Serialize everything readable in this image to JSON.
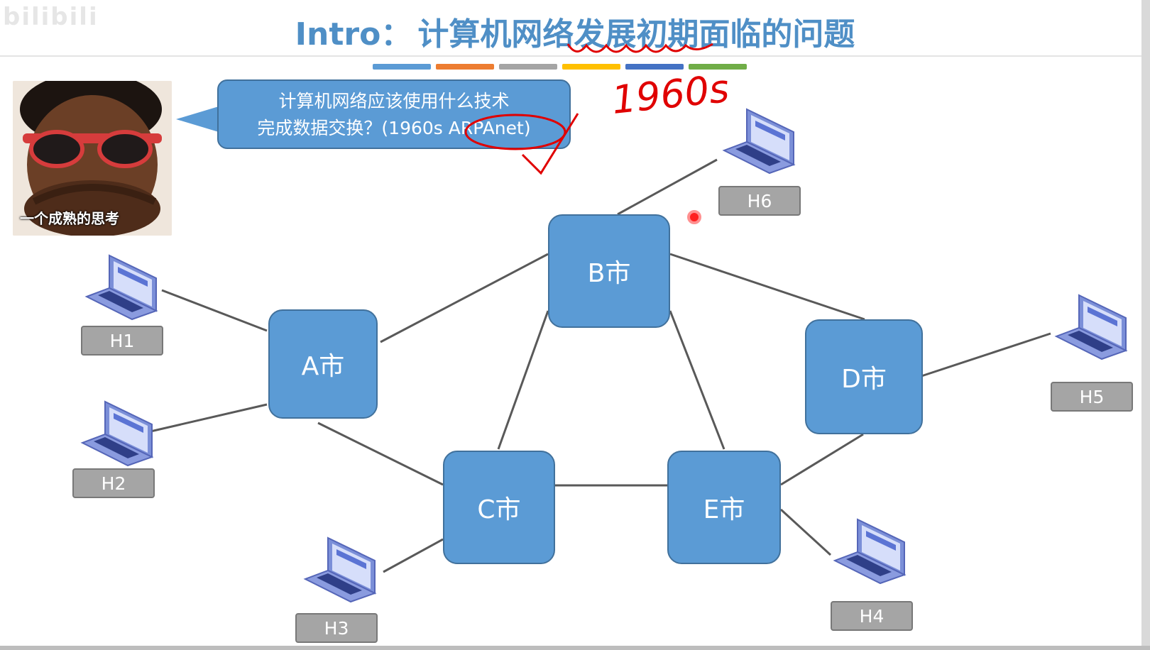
{
  "watermark": "bilibili",
  "title": {
    "prefix": "Intro：",
    "main": "计算机网络发展初期面临的问题"
  },
  "color_strip": [
    "#5b9bd5",
    "#ed7d31",
    "#a5a5a5",
    "#ffc000",
    "#4472c4",
    "#70ad47"
  ],
  "photo": {
    "caption": "一个成熟的思考"
  },
  "bubble": {
    "line1": "计算机网络应该使用什么技术",
    "line2": "完成数据交换？(1960s ARPAnet)"
  },
  "handwriting": {
    "year": "1960s"
  },
  "cities": {
    "A": "A市",
    "B": "B市",
    "C": "C市",
    "D": "D市",
    "E": "E市"
  },
  "hosts": {
    "H1": "H1",
    "H2": "H2",
    "H3": "H3",
    "H4": "H4",
    "H5": "H5",
    "H6": "H6"
  },
  "colors": {
    "node_fill": "#5b9bd5",
    "node_border": "#41719c",
    "host_label_fill": "#a5a5a5",
    "link": "#595959",
    "annotation": "#e00000",
    "title": "#4f8fc6"
  }
}
